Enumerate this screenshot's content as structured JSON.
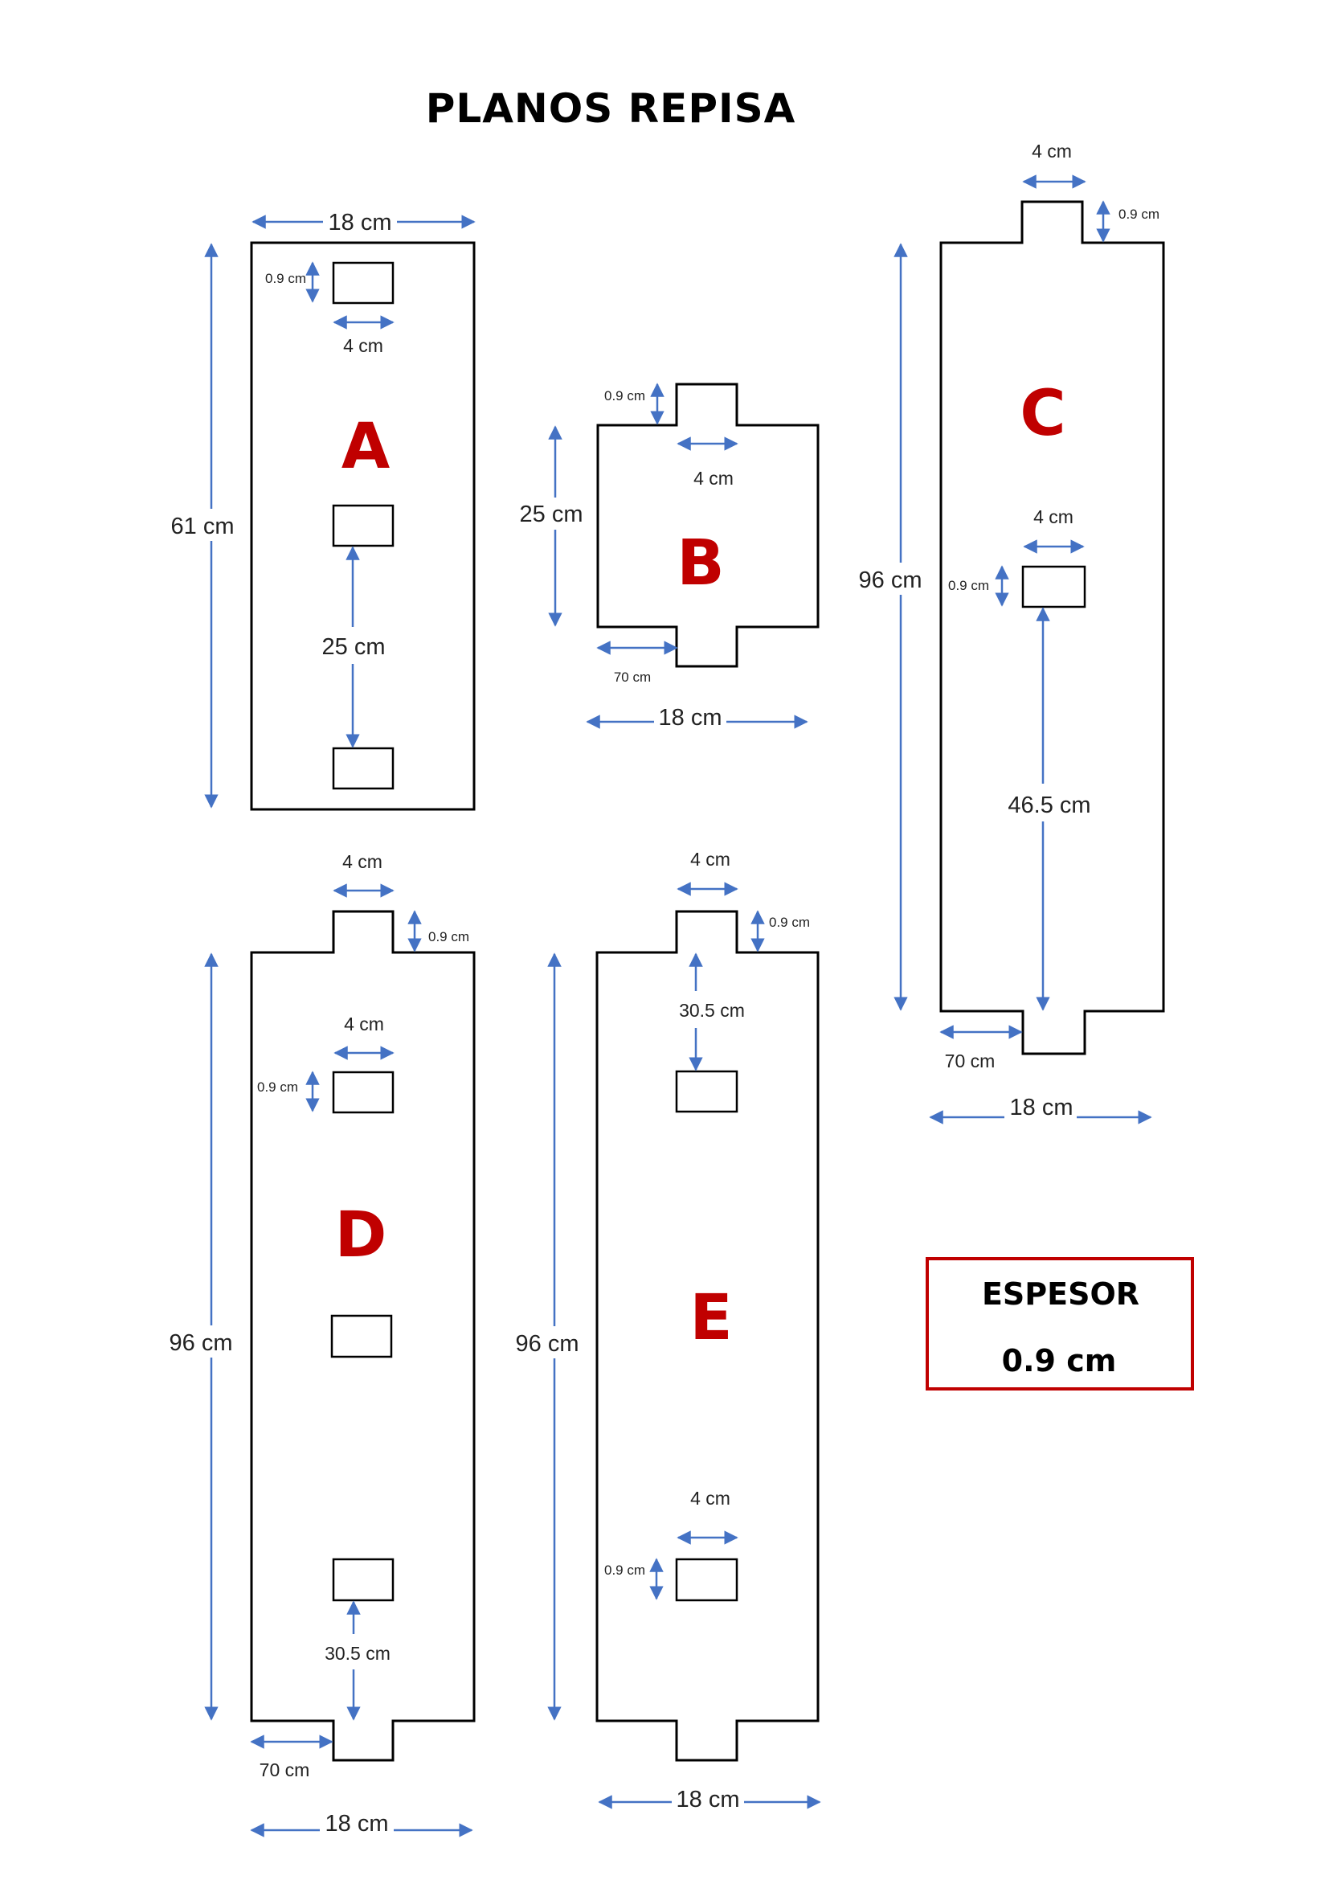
{
  "title": "PLANOS REPISA",
  "colors": {
    "dimension_line": "#4472c4",
    "piece_letter": "#c00000",
    "outline": "#000000"
  },
  "pieces": {
    "A": {
      "letter": "A",
      "width": "18 cm",
      "height": "61 cm",
      "slot_w": "4 cm",
      "slot_h": "0.9 cm",
      "spacing": "25 cm"
    },
    "B": {
      "letter": "B",
      "width": "18 cm",
      "height": "25 cm",
      "tab_h": "0.9 cm",
      "tab_w": "4 cm",
      "offset": "70 cm"
    },
    "C": {
      "letter": "C",
      "tab_w": "4 cm",
      "tab_h": "0.9 cm",
      "height": "96 cm",
      "slot_w": "4 cm",
      "slot_h": "0.9 cm",
      "spacing": "46.5 cm",
      "offset": "70 cm",
      "width": "18 cm"
    },
    "D": {
      "letter": "D",
      "tab_w": "4 cm",
      "tab_h": "0.9 cm",
      "slot_w": "4 cm",
      "slot_h": "0.9 cm",
      "height": "96 cm",
      "spacing": "30.5 cm",
      "offset": "70 cm",
      "width": "18 cm"
    },
    "E": {
      "letter": "E",
      "tab_w": "4 cm",
      "tab_h": "0.9 cm",
      "spacing": "30.5 cm",
      "height": "96 cm",
      "slot_w": "4 cm",
      "slot_h": "0.9 cm",
      "width": "18 cm"
    }
  },
  "thickness": {
    "label": "ESPESOR",
    "value": "0.9 cm"
  }
}
